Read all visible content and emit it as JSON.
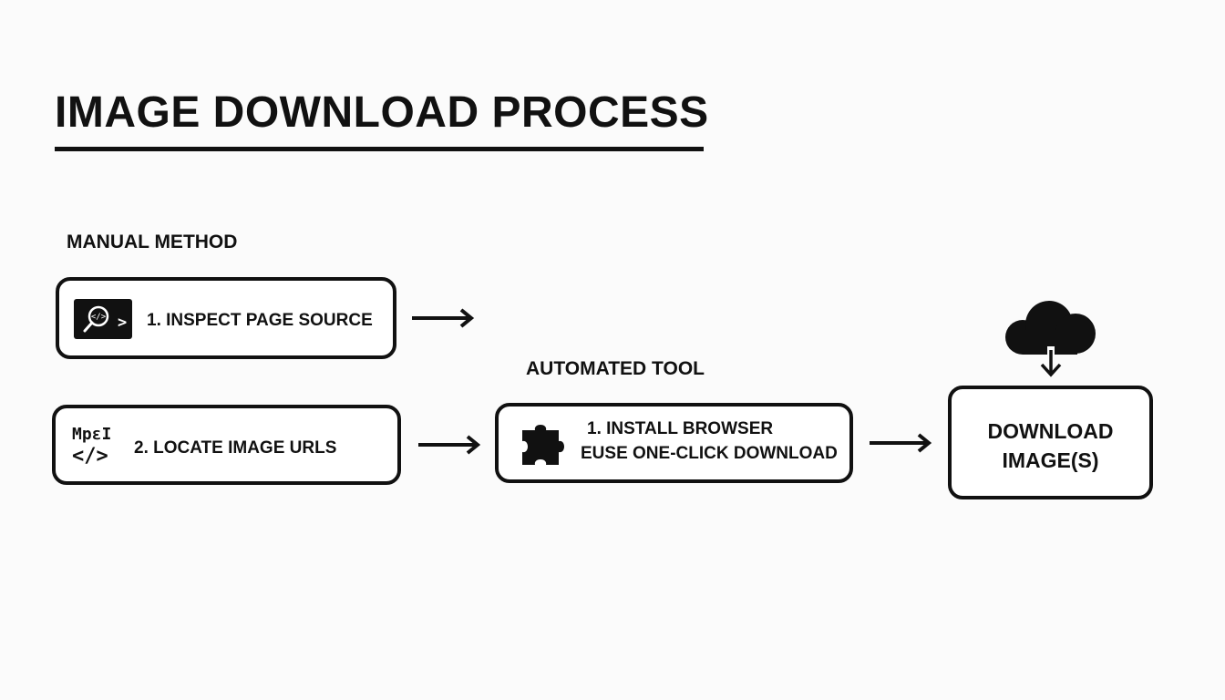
{
  "title": "IMAGE DOWNLOAD PROCESS",
  "manual": {
    "label": "MANUAL METHOD",
    "step1": "1. INSPECT PAGE SOURCE",
    "step2": "2. LOCATE IMAGE URLS",
    "step2_icon_top": "MpɛI",
    "step2_icon_bottom": "</>"
  },
  "automated": {
    "label": "AUTOMATED TOOL",
    "line1": "1. INSTALL BROWSER",
    "line2": "EUSE ONE-CLICK DOWNLOAD"
  },
  "download": {
    "line1": "DOWNLOAD",
    "line2": "IMAGE(S)"
  },
  "icons": {
    "step1": "code-inspect-icon",
    "step2": "code-tag-icon",
    "automated": "puzzle-piece-icon",
    "download": "cloud-download-icon"
  },
  "colors": {
    "ink": "#111111",
    "background": "#fbfbfb"
  }
}
